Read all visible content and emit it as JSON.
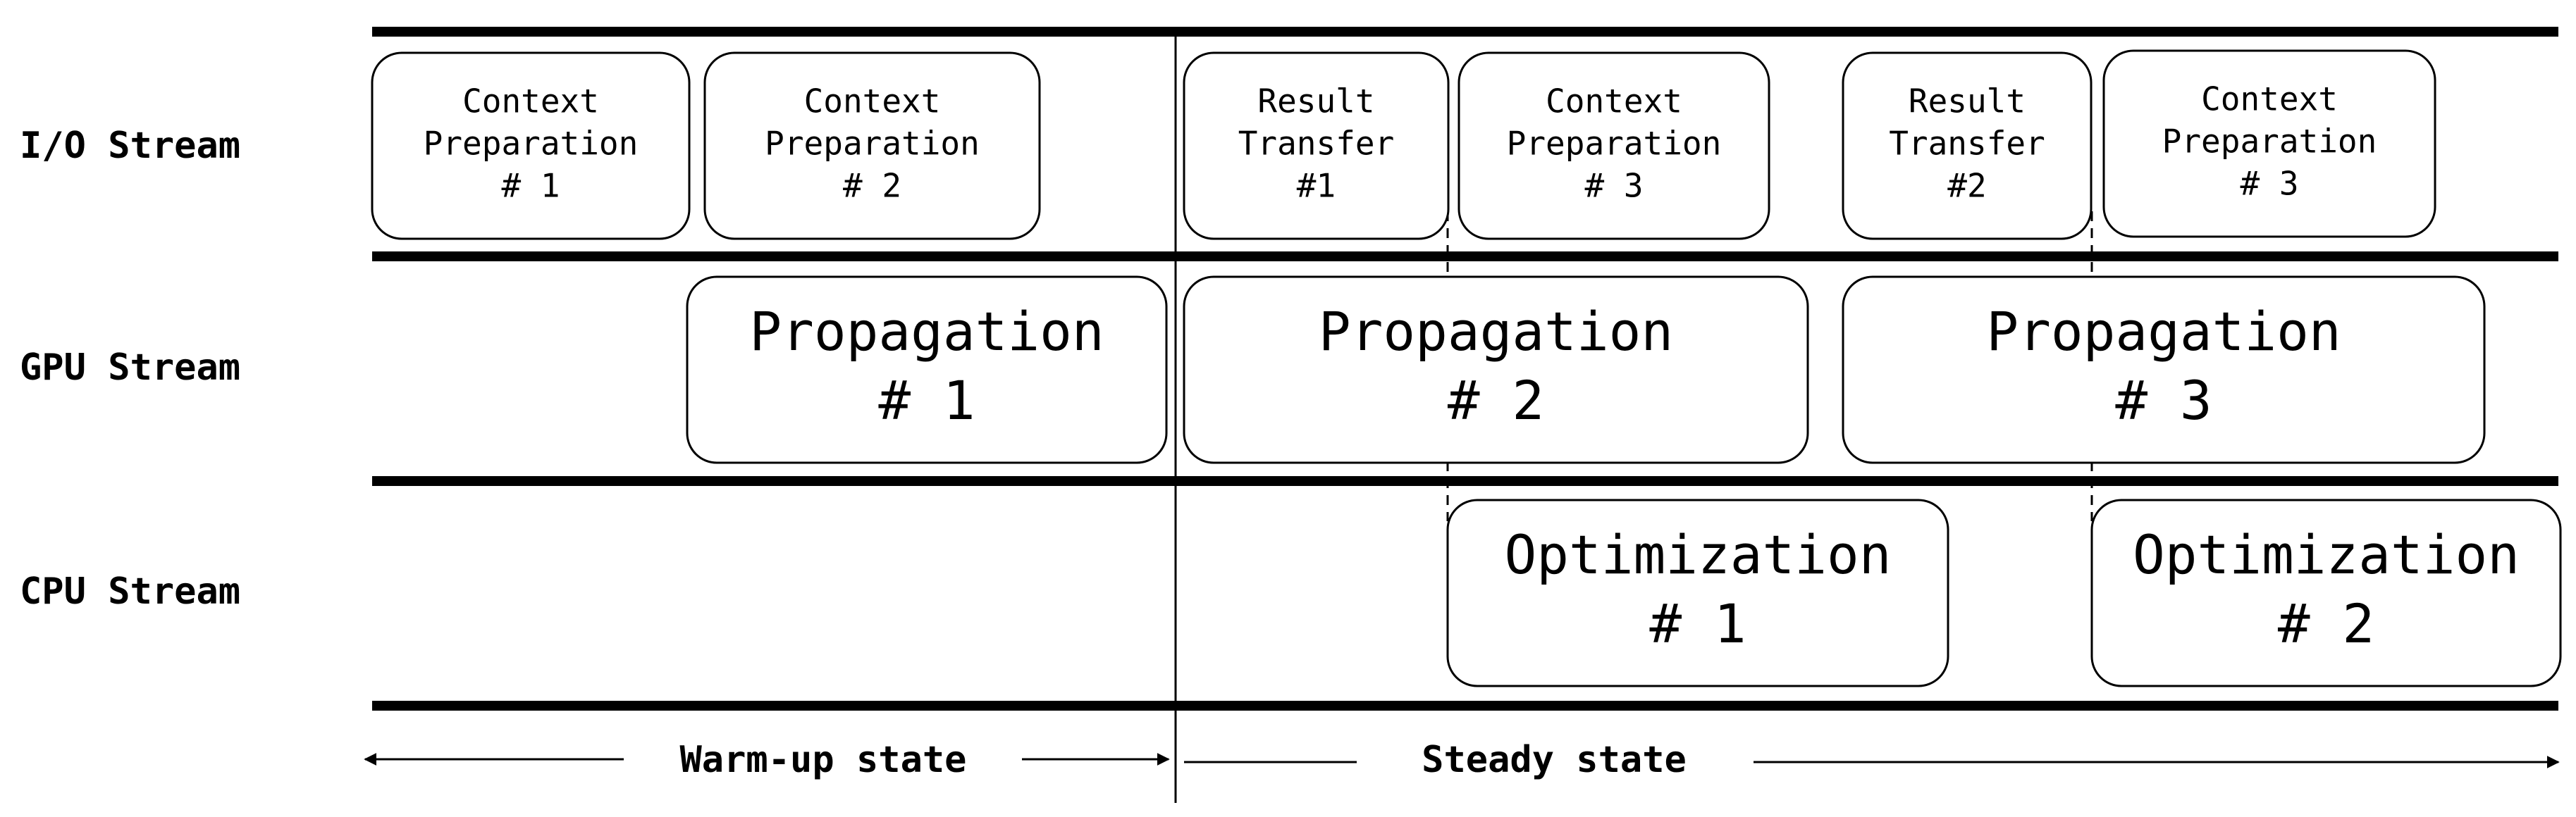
{
  "lanes": [
    {
      "id": "io",
      "label": "I/O Stream"
    },
    {
      "id": "gpu",
      "label": "GPU Stream"
    },
    {
      "id": "cpu",
      "label": "CPU Stream"
    }
  ],
  "blocks": {
    "io": [
      {
        "id": "ctx-prep-1",
        "lines": [
          "Context",
          "Preparation",
          "# 1"
        ]
      },
      {
        "id": "ctx-prep-2",
        "lines": [
          "Context",
          "Preparation",
          "# 2"
        ]
      },
      {
        "id": "result-transfer-1",
        "lines": [
          "Result",
          "Transfer",
          "#1"
        ]
      },
      {
        "id": "ctx-prep-3a",
        "lines": [
          "Context",
          "Preparation",
          "# 3"
        ]
      },
      {
        "id": "result-transfer-2",
        "lines": [
          "Result",
          "Transfer",
          "#2"
        ]
      },
      {
        "id": "ctx-prep-3b",
        "lines": [
          "Context",
          "Preparation",
          "# 3"
        ]
      }
    ],
    "gpu": [
      {
        "id": "propagation-1",
        "lines": [
          "Propagation",
          "# 1"
        ]
      },
      {
        "id": "propagation-2",
        "lines": [
          "Propagation",
          "# 2"
        ]
      },
      {
        "id": "propagation-3",
        "lines": [
          "Propagation",
          "# 3"
        ]
      }
    ],
    "cpu": [
      {
        "id": "optimization-1",
        "lines": [
          "Optimization",
          "# 1"
        ]
      },
      {
        "id": "optimization-2",
        "lines": [
          "Optimization",
          "# 2"
        ]
      }
    ]
  },
  "phases": {
    "warmup": "Warm-up state",
    "steady": "Steady state"
  }
}
